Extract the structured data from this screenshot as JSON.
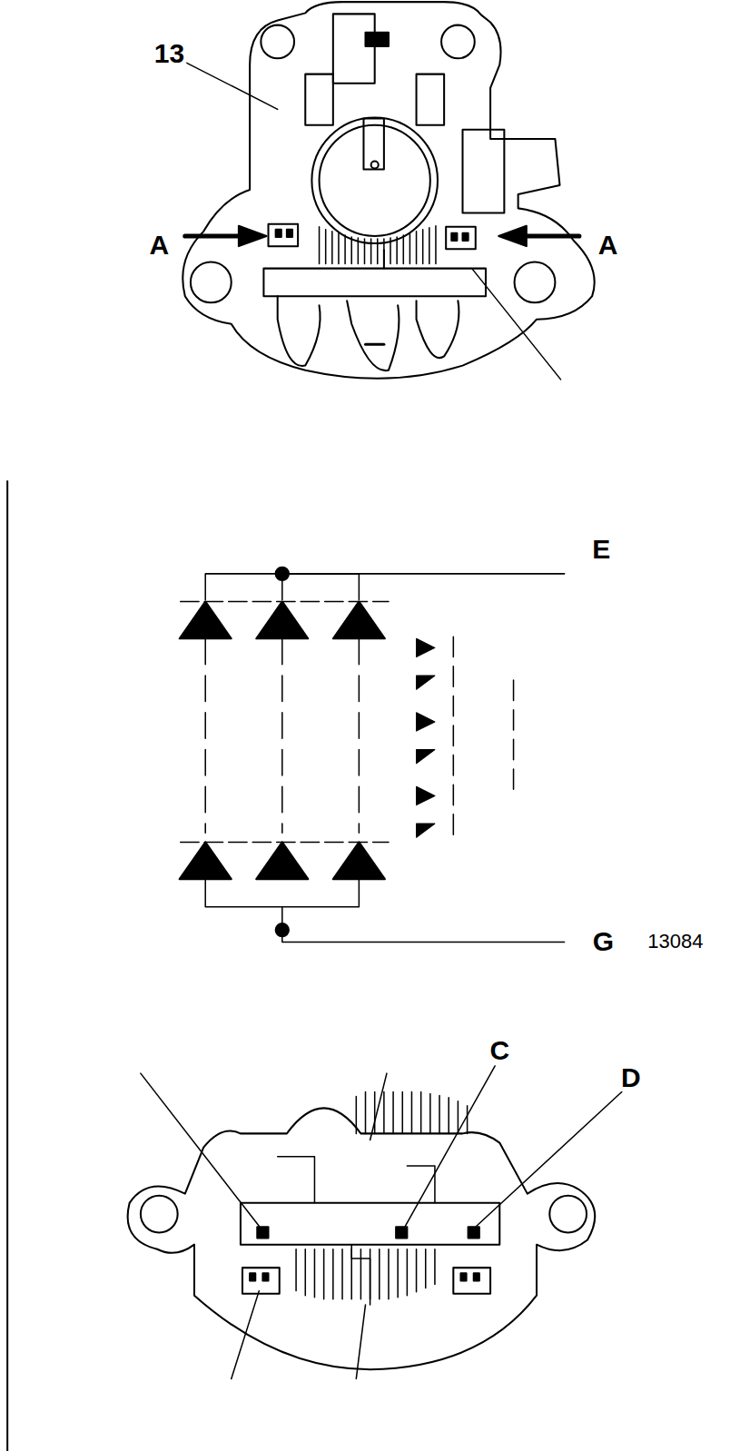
{
  "diagram": {
    "labels": [
      "13",
      "A",
      "A",
      "E",
      "G",
      "13084",
      "C",
      "D"
    ]
  }
}
